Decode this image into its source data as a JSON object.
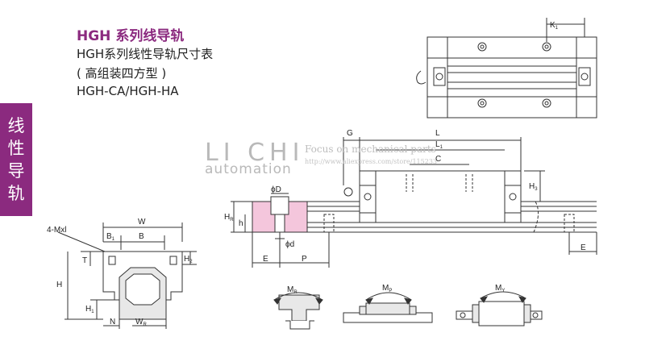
{
  "header": {
    "title": "HGH 系列线导轨",
    "subtitle": "HGH系列线性导轨尺寸表",
    "note": "( 高组装四方型 )",
    "model": "HGH-CA/HGH-HA"
  },
  "side_tab": {
    "chars": [
      "线",
      "性",
      "导",
      "轨"
    ]
  },
  "watermark": {
    "brand": "LI CHI",
    "sub": "automation",
    "tagline": "Focus on mechanical parts",
    "url": "http://www.aliexpress.com/store/115233"
  },
  "labels": {
    "w": "W",
    "b": "B",
    "b1": "B",
    "b1_sub": "1",
    "mxl": "4-Mxl",
    "t": "T",
    "h": "H",
    "h1": "H",
    "h1_sub": "1",
    "h2": "H",
    "h2_sub": "2",
    "n": "N",
    "wr": "W",
    "wr_sub": "R",
    "g": "G",
    "l": "L",
    "l1": "L",
    "l1_sub": "1",
    "c": "C",
    "h3": "H",
    "h3_sub": "3",
    "k1": "K",
    "k1_sub": "1",
    "hr": "H",
    "hr_sub": "R",
    "h_small": "h",
    "phi_d_big": "ϕD",
    "phi_d_small": "ϕd",
    "e_left": "E",
    "p": "P",
    "e_right": "E",
    "mr": "M",
    "mr_sub": "R",
    "mp": "M",
    "mp_sub": "P",
    "my": "M",
    "my_sub": "Y"
  },
  "colors": {
    "accent": "#8b2a7f",
    "rail_fill": "#f4c6dc",
    "line": "#333333"
  }
}
